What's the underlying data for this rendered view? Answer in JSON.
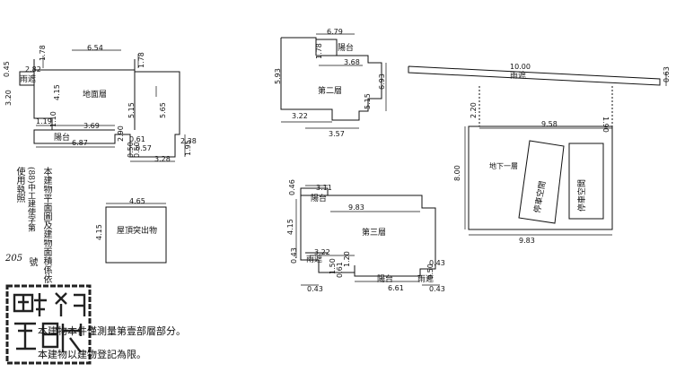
{
  "plans": {
    "ground": {
      "title": "地面層",
      "dims": [
        "6.54",
        "2.82",
        "1.78",
        "0.45",
        "3.20",
        "4.15",
        "1.78",
        "1.19",
        "3.69",
        "1.10",
        "6.87",
        "5.15",
        "5.65",
        "2.90",
        "0.61",
        "0.57",
        "0.50",
        "0.50",
        "3.28",
        "2.38",
        "1.95"
      ],
      "balcony": "陽台",
      "porch": "雨遮"
    },
    "roof_outcrop": {
      "title": "屋頂突出物",
      "w": "4.65",
      "h": "4.15"
    },
    "second": {
      "title": "第二層",
      "balcony": "陽台",
      "dims": [
        "6.79",
        "1.78",
        "3.68",
        "5.93",
        "6.93",
        "5.15",
        "3.22",
        "3.57"
      ]
    },
    "third": {
      "title": "第三層",
      "balcony_top": "陽台",
      "balcony_bottom": "陽台",
      "porch_left": "雨遮",
      "porch_right": "雨遮",
      "dims": [
        "3.11",
        "0.46",
        "9.83",
        "4.15",
        "3.22",
        "0.43",
        "1.50",
        "0.61",
        "1.20",
        "6.61",
        "0.43",
        "0.43",
        "0.50",
        "0.43"
      ]
    },
    "basement": {
      "title": "地下一層",
      "porch": "雨遮",
      "parking_a": "停車空間",
      "parking_b": "停車空間",
      "dims": [
        "10.00",
        "0.63",
        "2.20",
        "9.58",
        "1.90",
        "8.00",
        "9.83"
      ]
    }
  },
  "side_notes": {
    "col1": "使用執照",
    "col1b": "(88)中工建使字第",
    "number": "205",
    "suffix": "號",
    "col2": "本建物平面圖及建物面積係依"
  },
  "footer": {
    "line1": "本建物本件僅測量第壹部層部分。",
    "line2": "本建物以建物登記為限。"
  },
  "colors": {
    "ink": "#111111",
    "seal": "#222222",
    "paper": "#ffffff"
  }
}
